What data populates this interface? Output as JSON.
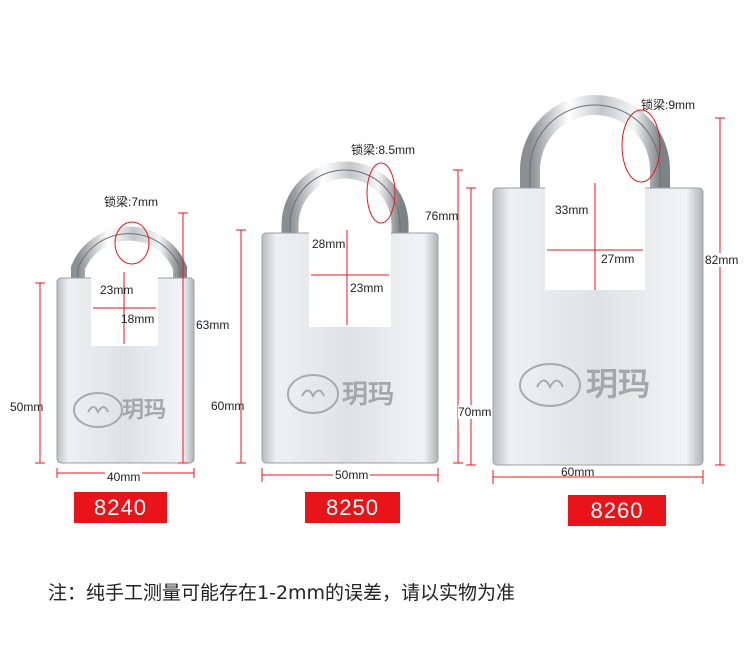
{
  "locks": [
    {
      "model": "8240",
      "shackle": "锁梁:7mm",
      "inner_height": "23mm",
      "inner_width": "18mm",
      "total_height": "63mm",
      "body_height": "50mm",
      "width": "40mm",
      "brand": "玥玛"
    },
    {
      "model": "8250",
      "shackle": "锁梁:8.5mm",
      "inner_height": "28mm",
      "inner_width": "23mm",
      "total_height": "76mm",
      "body_height": "60mm",
      "width": "50mm",
      "brand": "玥玛"
    },
    {
      "model": "8260",
      "shackle": "锁梁:9mm",
      "inner_height": "33mm",
      "inner_width": "27mm",
      "total_height": "82mm",
      "body_height": "70mm",
      "width": "60mm",
      "brand": "玥玛"
    }
  ],
  "note": "注：纯手工测量可能存在1-2mm的误差，请以实物为准",
  "colors": {
    "badge": "#e8141a",
    "dimension_line": "#e8141a",
    "chrome": "#cfd3d6"
  }
}
